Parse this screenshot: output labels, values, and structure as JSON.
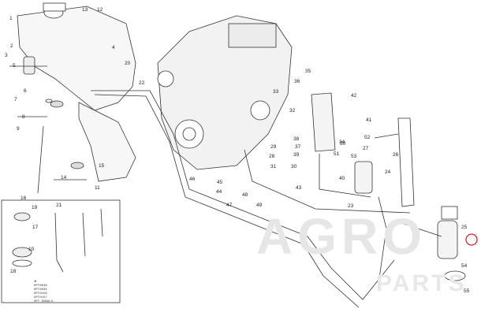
{
  "watermark": {
    "line1": "AGRO",
    "line2": "PARTS"
  },
  "option_legend": {
    "marker": "★",
    "rows": [
      "OPT0036",
      "OPT0035",
      "OPT0156",
      "OPT0157",
      "OPT DUBAL3"
    ]
  },
  "highlight_color": "#d9242b",
  "callouts": {
    "c1": "1",
    "c2": "2",
    "c3": "3",
    "c4": "4",
    "c5": "5",
    "c6": "6",
    "c7": "7",
    "c8": "8",
    "c9": "9",
    "c10": "10",
    "c11": "11",
    "c12": "12",
    "c13": "13",
    "c14": "14",
    "c15": "15",
    "c16": "16",
    "c17": "17",
    "c18": "18",
    "c19": "19",
    "c20": "20",
    "c21": "21",
    "c22": "22",
    "c23": "23",
    "c24": "24",
    "c25": "25",
    "c26": "26",
    "c27": "27",
    "c28": "28",
    "c29": "29",
    "c30": "30",
    "c31": "31",
    "c32": "32",
    "c33": "33",
    "c34": "34",
    "c35": "35",
    "c36": "36",
    "c37": "37",
    "c38": "38",
    "c39": "39",
    "c40": "40",
    "c41": "41",
    "c42": "42",
    "c43": "43",
    "c44": "44",
    "c45": "45",
    "c46": "46",
    "c47": "47",
    "c48": "48",
    "c49": "49",
    "c50": "50",
    "c51": "51",
    "c52": "52",
    "c53": "53",
    "c54": "54",
    "c55": "55"
  }
}
